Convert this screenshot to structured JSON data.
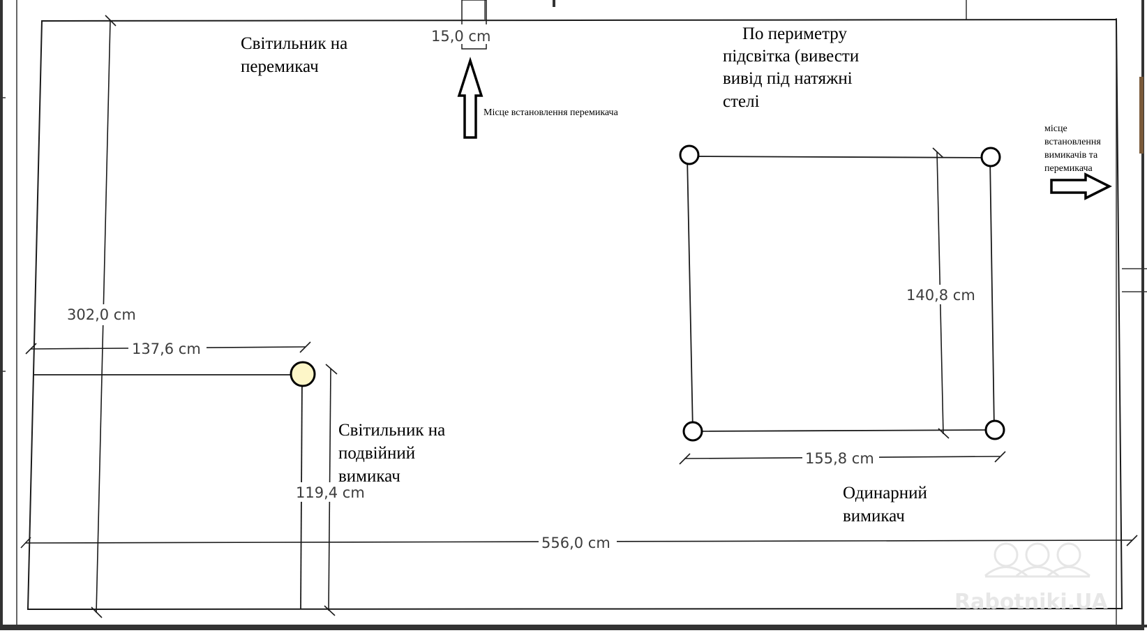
{
  "dimensions": {
    "switch_offset": "15,0 cm",
    "room_depth": "302,0 cm",
    "left_fixture_width": "137,6 cm",
    "left_fixture_depth": "119,4 cm",
    "right_fixture_depth": "140,8 cm",
    "right_fixture_width": "155,8 cm",
    "room_width": "556,0 cm"
  },
  "notes": {
    "lamp_on_switch": [
      "Світильник на",
      "перемикач"
    ],
    "switch_location": "Місце встановлення перемикача",
    "perimeter_light": [
      "По периметру",
      "підсвітка (вивести",
      "вивід під натяжні",
      "стелі"
    ],
    "switches_location": [
      "місце",
      "встановлення",
      "вимикачів та",
      "перемикача"
    ],
    "lamp_on_double_switch": [
      "Світильник на",
      "подвійний",
      "вимикач"
    ],
    "single_switch": [
      "Одинарний",
      "вимикач"
    ]
  },
  "watermark": "Rabotniki.UA",
  "colors": {
    "line": "#1a1a1a",
    "frame": "#333333",
    "dim_text": "#3c3c3c",
    "highlight": "#fdf6c8"
  }
}
